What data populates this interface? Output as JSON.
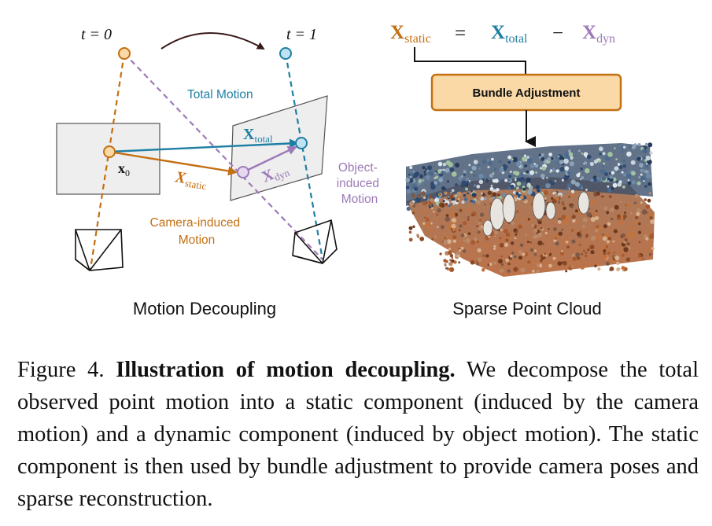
{
  "colors": {
    "orange": "#c36f12",
    "blue": "#1f7fa3",
    "purple": "#9d7ab8",
    "box_fill": "#fad9a6",
    "box_stroke": "#c36f12",
    "gray_fill": "#eeeeee"
  },
  "diagram_left": {
    "t0": "t = 0",
    "t1": "t = 1",
    "total_motion": "Total Motion",
    "x_total_base": "X",
    "x_total_sub": "total",
    "x_static_base": "X",
    "x_static_sub": "static",
    "x_dyn_base": "X",
    "x_dyn_sub": "dyn",
    "x0_base": "x",
    "x0_sub": "0",
    "camera_motion_line1": "Camera-induced",
    "camera_motion_line2": "Motion",
    "object_motion_line1": "Object-",
    "object_motion_line2": "induced",
    "object_motion_line3": "Motion",
    "title": "Motion Decoupling"
  },
  "diagram_right": {
    "eq_static_base": "X",
    "eq_static_sub": "static",
    "eq_equals": "=",
    "eq_total_base": "X",
    "eq_total_sub": "total",
    "eq_minus": "−",
    "eq_dyn_base": "X",
    "eq_dyn_sub": "dyn",
    "bundle_label": "Bundle Adjustment",
    "title": "Sparse Point Cloud"
  },
  "caption": {
    "prefix": "Figure 4. ",
    "bold": "Illustration of motion decoupling.",
    "body": " We decompose the total observed point motion into a static component (induced by the camera motion) and a dynamic component (induced by object motion). The static component is then used by bundle adjustment to provide camera poses and sparse reconstruction."
  }
}
